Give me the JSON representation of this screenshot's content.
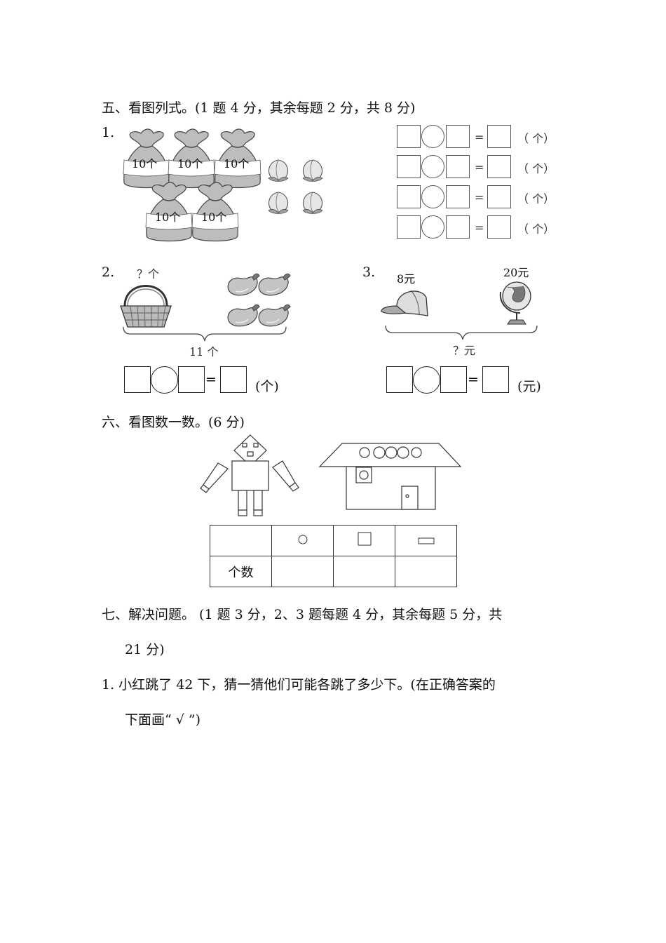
{
  "section5": {
    "title": "五、看图列式。(1 题 4 分，其余每题 2 分，共 8 分)",
    "q1": {
      "num": "1.",
      "bag_label": "10个",
      "bag_count": 5,
      "peach_count": 4,
      "equation_eq": "=",
      "unit": "（ 个）",
      "rows": 4
    },
    "q2": {
      "num": "2.",
      "top_label": "？个",
      "total_label": "11 个",
      "eggplant_count": 4,
      "eq": "=",
      "unit": "(个)"
    },
    "q3": {
      "num": "3.",
      "cap_price": "8元",
      "globe_price": "20元",
      "total_label": "？元",
      "eq": "=",
      "unit": "(元)"
    }
  },
  "section6": {
    "title": "六、看图数一数。(6 分)",
    "table": {
      "row_label": "个数",
      "columns": [
        "circle-shape",
        "square-shape",
        "rectangle-shape"
      ]
    }
  },
  "section7": {
    "title_line1": "七、解决问题。 (1 题 3 分，2、3 题每题 4 分，其余每题 5 分，共",
    "title_line2": "21 分)",
    "q1_line1": "1. 小红跳了 42 下，猜一猜他们可能各跳了多少下。(在正确答案的",
    "q1_line2": "下面画“ √ ”)"
  }
}
